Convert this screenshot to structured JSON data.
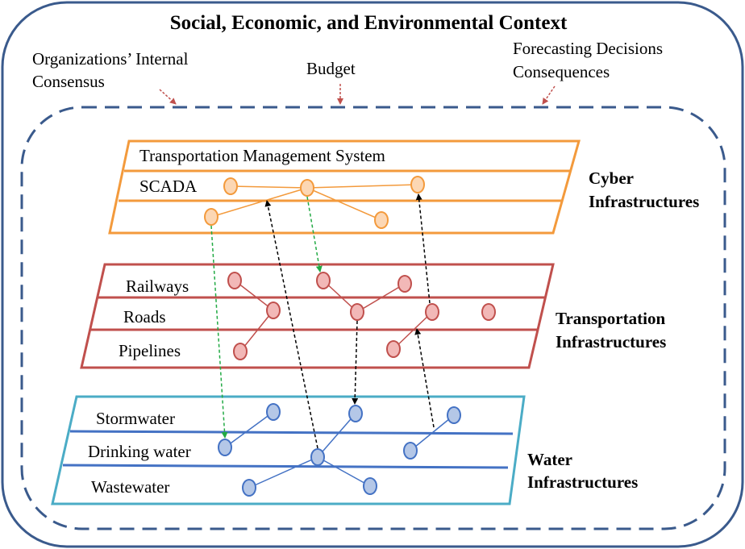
{
  "title": "Social, Economic, and Environmental Context",
  "context_factors": {
    "consensus_line1": "Organizations’ Internal",
    "consensus_line2": "Consensus",
    "budget": "Budget",
    "forecast_line1": "Forecasting Decisions",
    "forecast_line2": "Consequences"
  },
  "cyber": {
    "row1": "Transportation Management System",
    "row2": "SCADA",
    "name_line1": "Cyber",
    "name_line2": "Infrastructures",
    "color": "#F39A3C",
    "node_fill": "#FCD7B4"
  },
  "transportation": {
    "row1": "Railways",
    "row2": "Roads",
    "row3": "Pipelines",
    "name_line1": "Transportation",
    "name_line2": "Infrastructures",
    "color": "#C0504D",
    "node_fill": "#F2B8B7"
  },
  "water": {
    "row1": "Stormwater",
    "row2": "Drinking water",
    "row3": "Wastewater",
    "name_line1": "Water",
    "name_line2": "Infrastructures",
    "frame_color": "#4BACC6",
    "line_color": "#4472C4",
    "node_fill": "#B4C7E7"
  },
  "colors": {
    "outer_border": "#3A5A8C",
    "context_arrow": "#C0504D",
    "dependency_green": "#22AA44",
    "dependency_black": "#000000"
  }
}
